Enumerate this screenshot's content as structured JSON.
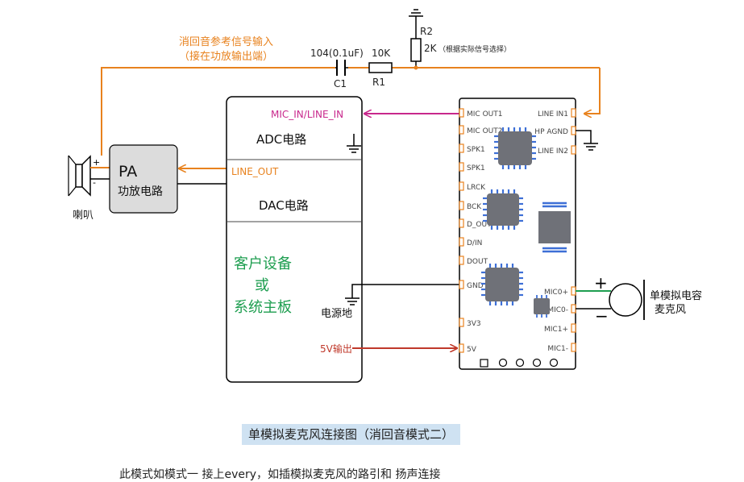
{
  "labels": {
    "echo_ref_1": "消回音参考信号输入",
    "echo_ref_2": "（接在功放输出端）",
    "cap_value": "104(0.1uF)",
    "cap_name": "C1",
    "r1_value": "10K",
    "r1_name": "R1",
    "r2_name": "R2",
    "r2_value": "2K",
    "r2_note": "（根据实际信号选择）",
    "pa_title": "PA",
    "pa_sub": "功放电路",
    "speaker": "喇叭",
    "mic_in_line_in": "MIC_IN/LINE_IN",
    "adc": "ADC电路",
    "line_out": "LINE_OUT",
    "dac": "DAC电路",
    "client_1": "客户设备",
    "client_2": "或",
    "client_3": "系统主板",
    "power_gnd": "电源地",
    "v5_out": "5V输出",
    "mic_name_1": "单模拟电容",
    "mic_name_2": "麦克风",
    "plus": "+",
    "minus": "−",
    "spk_plus": "+",
    "spk_minus": "-"
  },
  "module": {
    "left_pins": [
      "MIC OUT1",
      "MIC OUT2",
      "SPK1",
      "SPK1",
      "LRCK",
      "BCK",
      "D_OUT",
      "D/IN",
      "DOUT",
      "GND",
      "3V3",
      "5V"
    ],
    "right_pins": [
      "LINE IN1",
      "HP AGND",
      "LINE IN2",
      "MIC0+",
      "MIC0-",
      "MIC1+",
      "MIC1-"
    ]
  },
  "caption": "单模拟麦克风连接图（消回音模式二）",
  "body_text": "此模式如模式一 接上every，如插模拟麦克风的路引和 扬声连接",
  "colors": {
    "orange": "#e8821e",
    "magenta": "#c8288c",
    "red": "#c0392b",
    "green": "#1e9e50",
    "chip": "#6f7178",
    "pin": "#3d6fd6"
  }
}
